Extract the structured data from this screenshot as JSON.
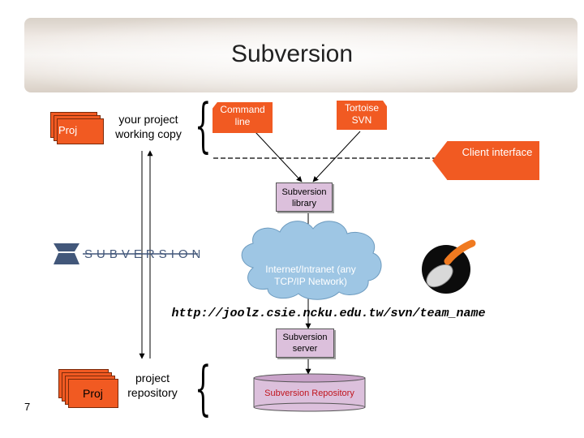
{
  "title": "Subversion",
  "top": {
    "proj_label": "Proj",
    "working_copy": "your project working copy"
  },
  "clients": {
    "command_line": "Command line",
    "tortoise": "Tortoise SVN",
    "client_interface": "Client interface"
  },
  "svn_library": "Subversion library",
  "logo_text": "SUBVERSION",
  "network": "Internet/Intranet (any TCP/IP Network)",
  "url": "http://joolz.csie.ncku.edu.tw/svn/team_name",
  "svn_server": "Subversion server",
  "repository": "Subversion Repository",
  "bottom": {
    "proj_label": "Proj",
    "repository_label": "project repository"
  },
  "page_number": "7",
  "colors": {
    "orange": "#f15a22",
    "purple_box": "#dcc0dc",
    "cloud": "#9ec6e4"
  }
}
